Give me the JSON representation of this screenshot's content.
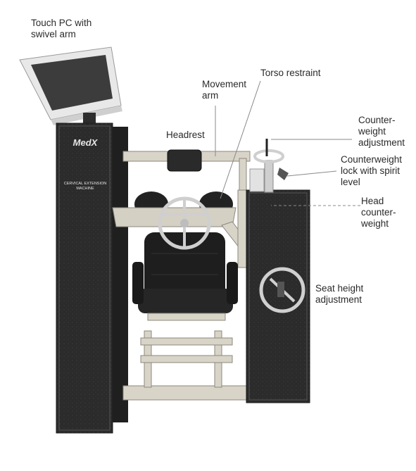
{
  "callouts": {
    "touch_pc": "Touch PC with\nswivel arm",
    "movement_arm": "Movement\narm",
    "torso_restraint": "Torso restraint",
    "headrest": "Headrest",
    "counterweight_adjustment": "Counter-\nweight\nadjustment",
    "counterweight_lock": "Counterweight\nlock with spirit\nlevel",
    "head_counterweight": "Head\ncounter-\nweight",
    "seat_height": "Seat height\nadjustment"
  },
  "machine": {
    "brand": "MedX",
    "model": "CERVICAL EXTENSION MACHINE"
  },
  "colors": {
    "label_text": "#2a2a2a",
    "leader_line": "#8a8a8a",
    "panel": "#2b2b2b",
    "frame": "#d9d4c8",
    "seat": "#1e1e1e"
  }
}
